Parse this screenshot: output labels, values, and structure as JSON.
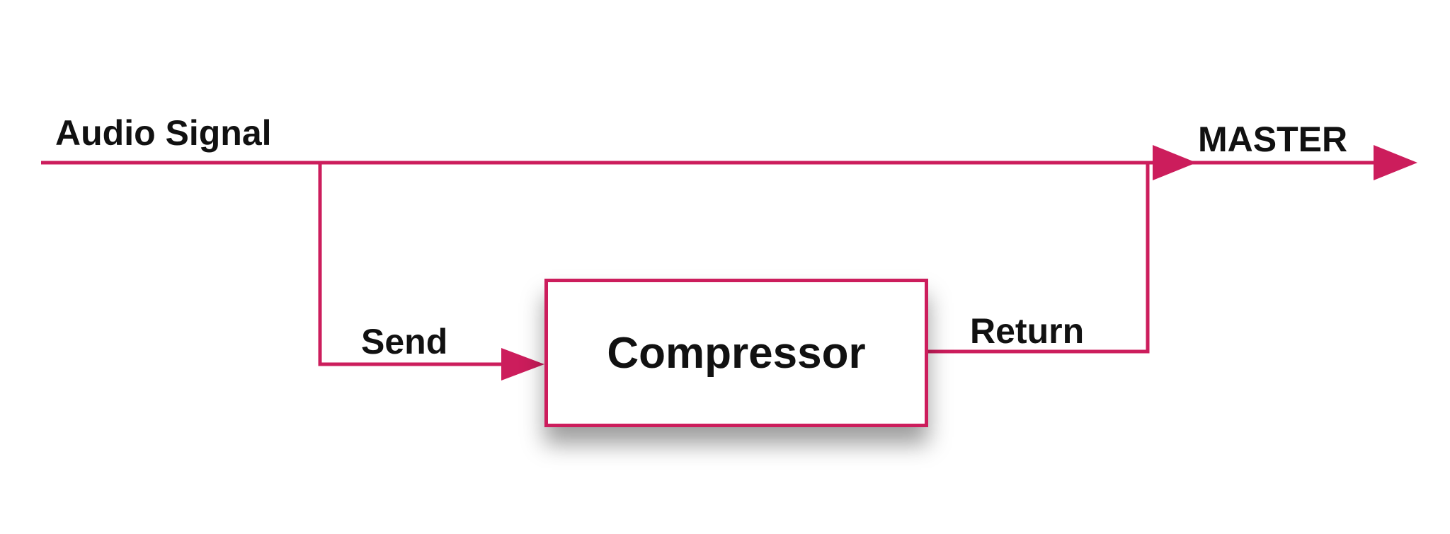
{
  "diagram": {
    "labels": {
      "input": "Audio Signal",
      "output": "MASTER",
      "send": "Send",
      "return": "Return",
      "processor": "Compressor"
    },
    "colors": {
      "line": "#cc1d5c",
      "text": "#111111",
      "box_fill": "#ffffff"
    }
  }
}
